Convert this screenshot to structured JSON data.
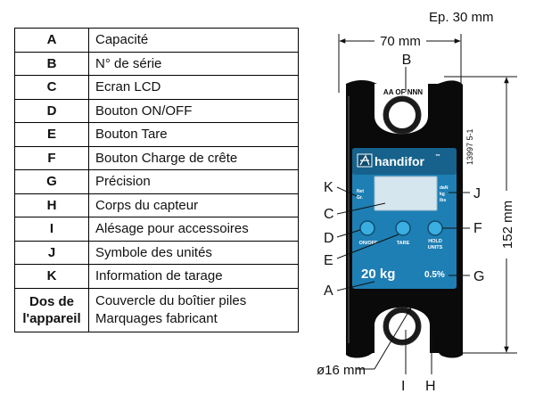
{
  "thickness_label": "Ep. 30 mm",
  "width_label": "70 mm",
  "height_label": "152 mm",
  "bore_label": "ø16 mm",
  "legend": [
    {
      "key": "A",
      "desc": "Capacité"
    },
    {
      "key": "B",
      "desc": "N° de série"
    },
    {
      "key": "C",
      "desc": "Ecran LCD"
    },
    {
      "key": "D",
      "desc": "Bouton ON/OFF"
    },
    {
      "key": "E",
      "desc": "Bouton Tare"
    },
    {
      "key": "F",
      "desc": "Bouton Charge de crête"
    },
    {
      "key": "G",
      "desc": "Précision"
    },
    {
      "key": "H",
      "desc": "Corps du capteur"
    },
    {
      "key": "I",
      "desc": "Alésage pour accessoires"
    },
    {
      "key": "J",
      "desc": "Symbole des unités"
    },
    {
      "key": "K",
      "desc": "Information de tarage"
    }
  ],
  "legend_last": {
    "key_line1": "Dos de",
    "key_line2": "l'appareil",
    "desc_line1": "Couvercle du boîtier piles",
    "desc_line2": "Marquages fabricant"
  },
  "device": {
    "brand": "handifor",
    "trademark": "™",
    "serial": "AA OF NNN",
    "part_number": "13997 5-1",
    "capacity": "20 kg",
    "precision": "0.5%",
    "btn_onoff": "ON/OFF",
    "btn_tare": "TARE",
    "btn_hold_line1": "HOLD",
    "btn_hold_line2": "UNITS",
    "net_line1": "Net",
    "net_line2": "Gr.",
    "units_line1": "daN",
    "units_line2": "kg",
    "units_line3": "lbs"
  },
  "callouts": {
    "A": "A",
    "B": "B",
    "C": "C",
    "D": "D",
    "E": "E",
    "F": "F",
    "G": "G",
    "H": "H",
    "I": "I",
    "J": "J",
    "K": "K"
  },
  "colors": {
    "body": "#0a0a0a",
    "panel": "#1e7fb4",
    "panel_dark": "#16628c",
    "lcd": "#d6e6ef",
    "button": "#3aaee0"
  }
}
